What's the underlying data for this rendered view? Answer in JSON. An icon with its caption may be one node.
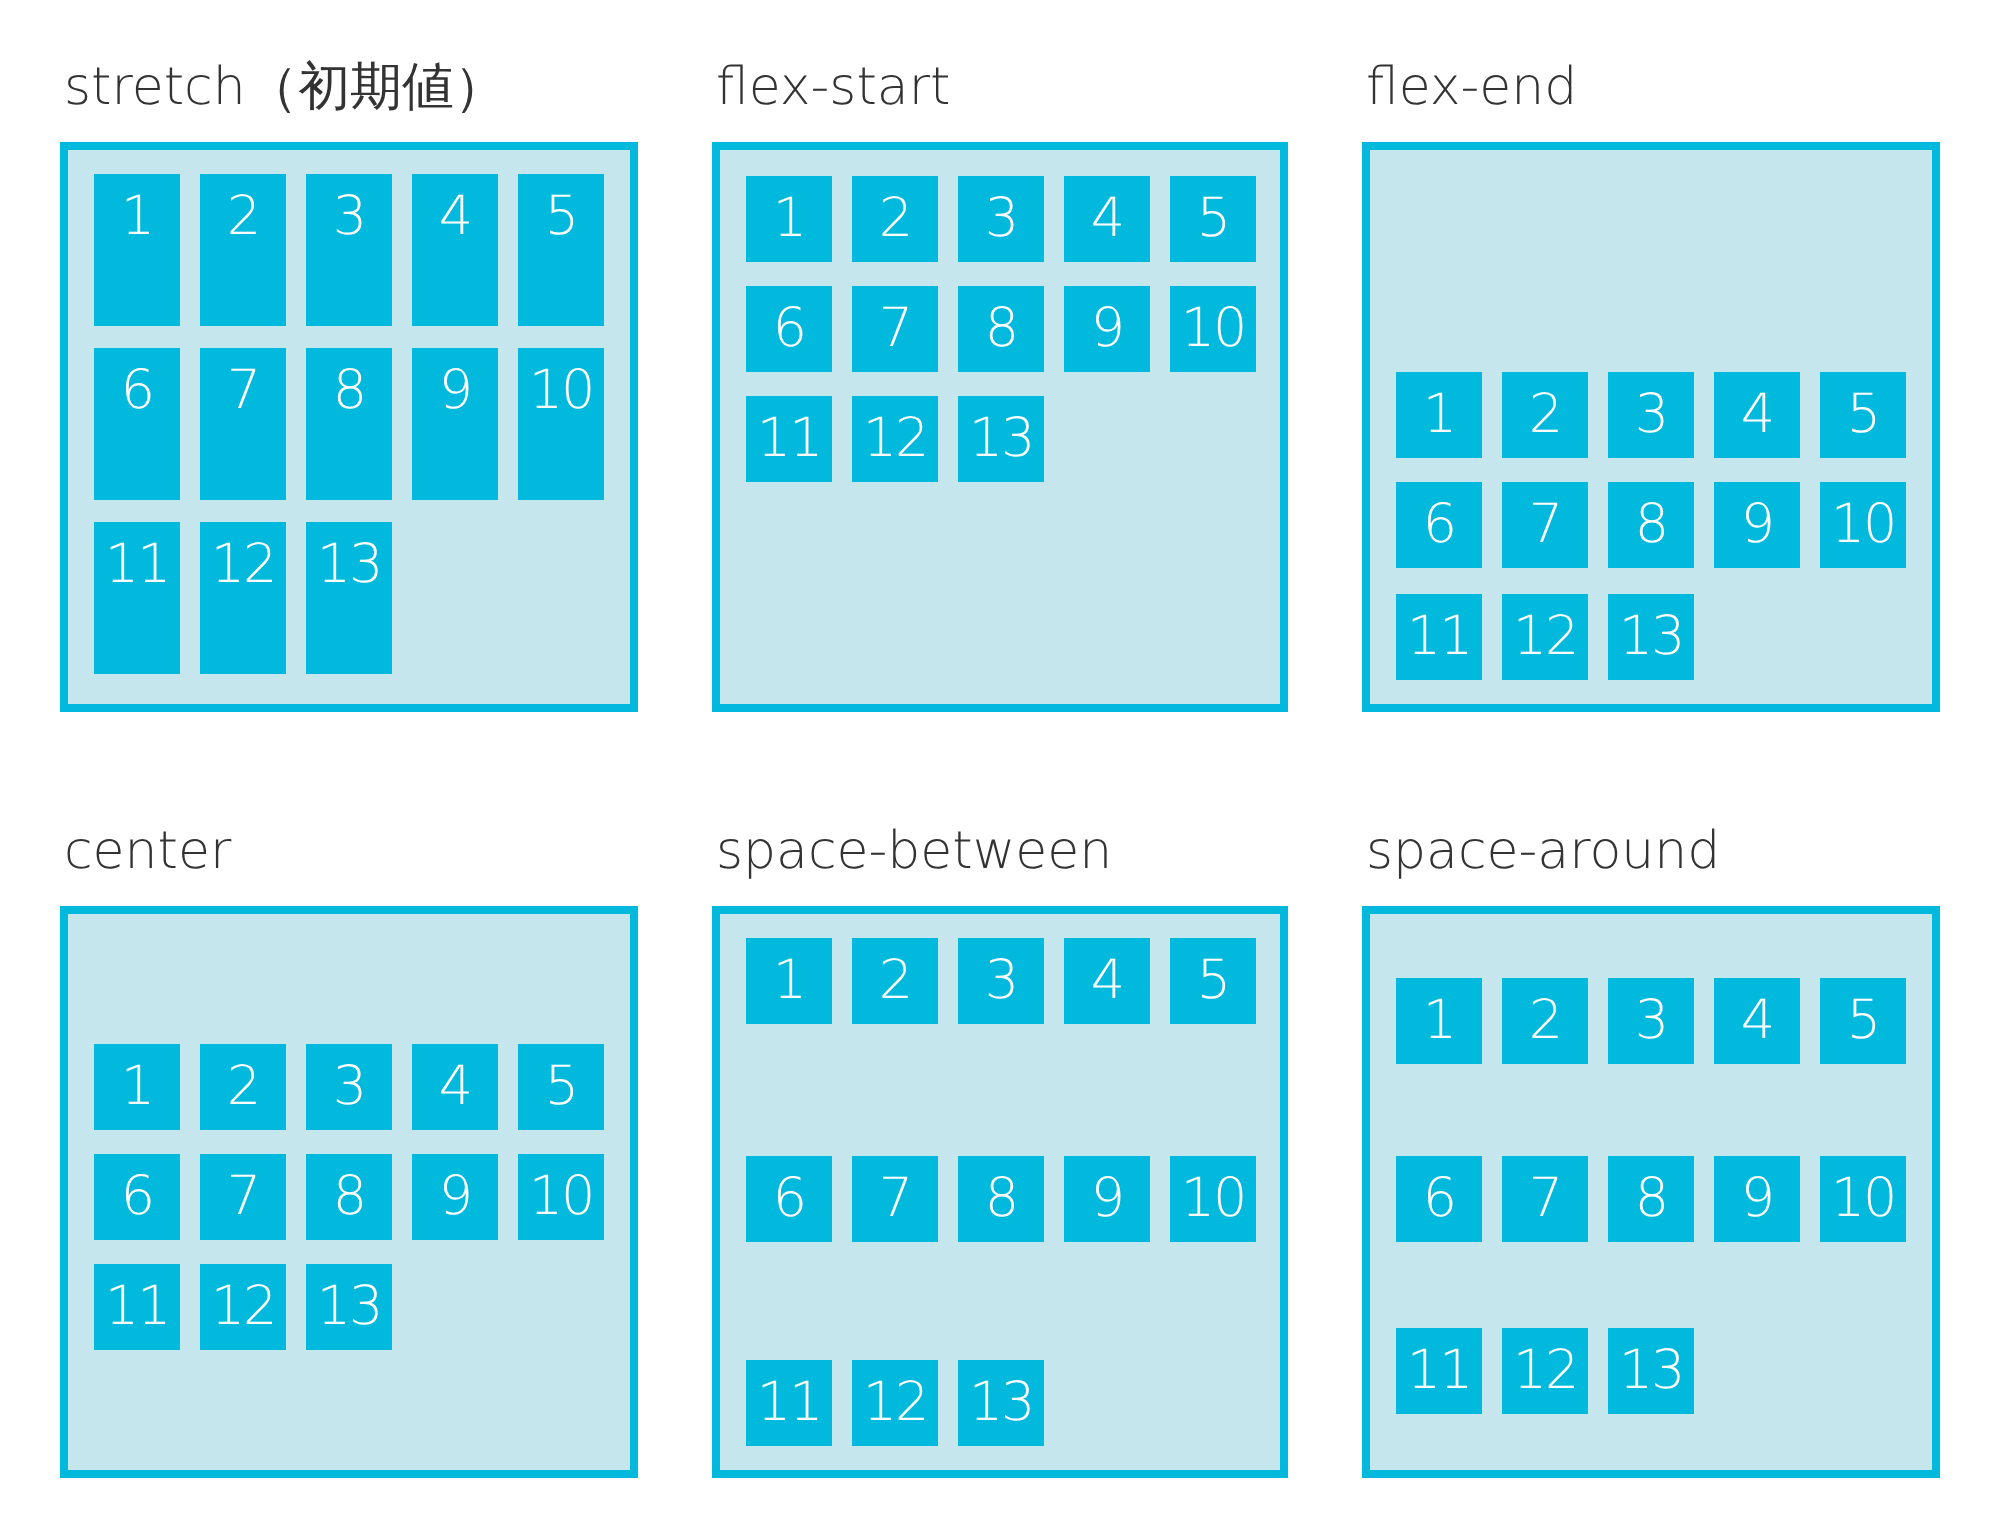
{
  "diagram": {
    "nodes": [
      {
        "text": [
          "stretch（初期値）"
        ]
      },
      {
        "text": [
          "1"
        ],
        "in": 0
      },
      {
        "text": [
          "2"
        ],
        "in": 0
      },
      {
        "text": [
          "3"
        ],
        "in": 0
      },
      {
        "text": [
          "4"
        ],
        "in": 0
      },
      {
        "text": [
          "5"
        ],
        "in": 0
      },
      {
        "text": [
          "6"
        ],
        "in": 0
      },
      {
        "text": [
          "7"
        ],
        "in": 0
      },
      {
        "text": [
          "8"
        ],
        "in": 0
      },
      {
        "text": [
          "9"
        ],
        "in": 0
      },
      {
        "text": [
          "10"
        ],
        "in": 0
      },
      {
        "text": [
          "11"
        ],
        "in": 0
      },
      {
        "text": [
          "12"
        ],
        "in": 0
      },
      {
        "text": [
          "13"
        ],
        "in": 0
      },
      {
        "text": [
          "flex-start"
        ]
      },
      {
        "text": [
          "1"
        ],
        "in": 14
      },
      {
        "text": [
          "2"
        ],
        "in": 14
      },
      {
        "text": [
          "3"
        ],
        "in": 14
      },
      {
        "text": [
          "4"
        ],
        "in": 14
      },
      {
        "text": [
          "5"
        ],
        "in": 14
      },
      {
        "text": [
          "6"
        ],
        "in": 14
      },
      {
        "text": [
          "7"
        ],
        "in": 14
      },
      {
        "text": [
          "8"
        ],
        "in": 14
      },
      {
        "text": [
          "9"
        ],
        "in": 14
      },
      {
        "text": [
          "10"
        ],
        "in": 14
      },
      {
        "text": [
          "11"
        ],
        "in": 14
      },
      {
        "text": [
          "12"
        ],
        "in": 14
      },
      {
        "text": [
          "13"
        ],
        "in": 14
      },
      {
        "text": [
          "flex-end"
        ]
      },
      {
        "text": [
          "1"
        ],
        "in": 28
      },
      {
        "text": [
          "2"
        ],
        "in": 28
      },
      {
        "text": [
          "3"
        ],
        "in": 28
      },
      {
        "text": [
          "4"
        ],
        "in": 28
      },
      {
        "text": [
          "5"
        ],
        "in": 28
      },
      {
        "text": [
          "6"
        ],
        "in": 28
      },
      {
        "text": [
          "7"
        ],
        "in": 28
      },
      {
        "text": [
          "8"
        ],
        "in": 28
      },
      {
        "text": [
          "9"
        ],
        "in": 28
      },
      {
        "text": [
          "10"
        ],
        "in": 28
      },
      {
        "text": [
          "11"
        ],
        "in": 28
      },
      {
        "text": [
          "12"
        ],
        "in": 28
      },
      {
        "text": [
          "13"
        ],
        "in": 28
      },
      {
        "text": [
          "center"
        ]
      },
      {
        "text": [
          "1"
        ],
        "in": 42
      },
      {
        "text": [
          "2"
        ],
        "in": 42
      },
      {
        "text": [
          "3"
        ],
        "in": 42
      },
      {
        "text": [
          "4"
        ],
        "in": 42
      },
      {
        "text": [
          "5"
        ],
        "in": 42
      },
      {
        "text": [
          "6"
        ],
        "in": 42
      },
      {
        "text": [
          "7"
        ],
        "in": 42
      },
      {
        "text": [
          "8"
        ],
        "in": 42
      },
      {
        "text": [
          "9"
        ],
        "in": 42
      },
      {
        "text": [
          "10"
        ],
        "in": 42
      },
      {
        "text": [
          "11"
        ],
        "in": 42
      },
      {
        "text": [
          "12"
        ],
        "in": 42
      },
      {
        "text": [
          "13"
        ],
        "in": 42
      },
      {
        "text": [
          "space-between"
        ]
      },
      {
        "text": [
          "1"
        ],
        "in": 56
      },
      {
        "text": [
          "2"
        ],
        "in": 56
      },
      {
        "text": [
          "3"
        ],
        "in": 56
      },
      {
        "text": [
          "4"
        ],
        "in": 56
      },
      {
        "text": [
          "5"
        ],
        "in": 56
      },
      {
        "text": [
          "6"
        ],
        "in": 56
      },
      {
        "text": [
          "7"
        ],
        "in": 56
      },
      {
        "text": [
          "8"
        ],
        "in": 56
      },
      {
        "text": [
          "9"
        ],
        "in": 56
      },
      {
        "text": [
          "10"
        ],
        "in": 56
      },
      {
        "text": [
          "11"
        ],
        "in": 56
      },
      {
        "text": [
          "12"
        ],
        "in": 56
      },
      {
        "text": [
          "13"
        ],
        "in": 56
      },
      {
        "text": [
          "space-around"
        ]
      },
      {
        "text": [
          "1"
        ],
        "in": 70
      },
      {
        "text": [
          "2"
        ],
        "in": 70
      },
      {
        "text": [
          "3"
        ],
        "in": 70
      },
      {
        "text": [
          "4"
        ],
        "in": 70
      },
      {
        "text": [
          "5"
        ],
        "in": 70
      },
      {
        "text": [
          "6"
        ],
        "in": 70
      },
      {
        "text": [
          "7"
        ],
        "in": 70
      },
      {
        "text": [
          "8"
        ],
        "in": 70
      },
      {
        "text": [
          "9"
        ],
        "in": 70
      },
      {
        "text": [
          "10"
        ],
        "in": 70
      },
      {
        "text": [
          "11"
        ],
        "in": 70
      },
      {
        "text": [
          "12"
        ],
        "in": 70
      },
      {
        "text": [
          "13"
        ],
        "in": 70
      }
    ]
  }
}
